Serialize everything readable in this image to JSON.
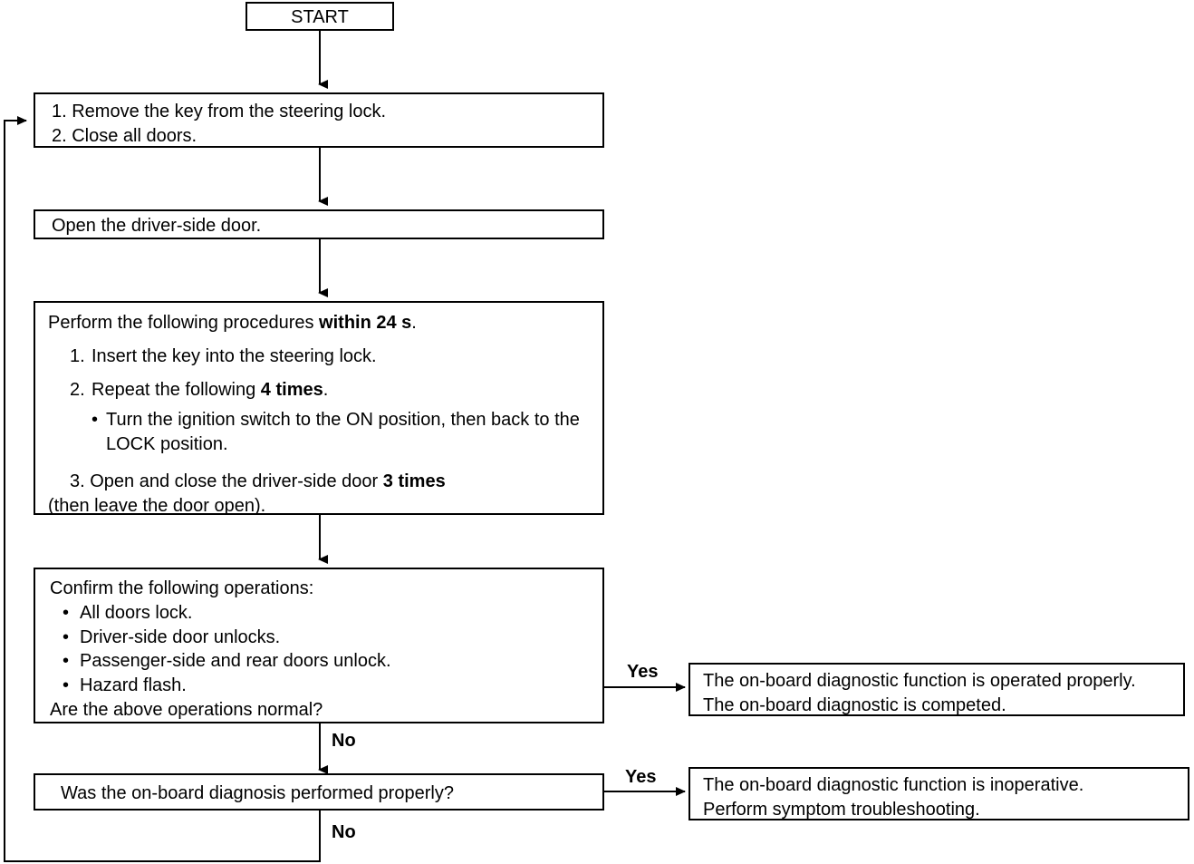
{
  "diagram": {
    "title": "On-board diagnostic flowchart",
    "stroke_color": "#000000",
    "background_color": "#ffffff"
  },
  "nodes": {
    "start": {
      "label": "START"
    },
    "step1": {
      "line1": "1. Remove the key from the steering lock.",
      "line2": "2. Close all doors."
    },
    "step2": {
      "line1": "Open the driver-side door."
    },
    "step3": {
      "intro_prefix": "Perform the following procedures ",
      "intro_bold": "within 24 s",
      "intro_suffix": ".",
      "item1_marker": "1.",
      "item1_text": "Insert the key into the steering lock.",
      "item2_marker": "2.",
      "item2_prefix": "Repeat the following ",
      "item2_bold": "4 times",
      "item2_suffix": ".",
      "bullet_marker": "•",
      "bullet_text": "Turn the ignition switch to the ON position, then back to the LOCK position.",
      "item3_prefix": "3. Open and close the driver-side door ",
      "item3_bold": "3 times",
      "item3_cont": "(then leave the door open)."
    },
    "confirm": {
      "heading": "Confirm the following operations:",
      "bullet_marker": "•",
      "bullets": [
        "All doors lock.",
        "Driver-side door unlocks.",
        "Passenger-side and rear doors unlock.",
        "Hazard flash."
      ],
      "question": "Are the above operations normal?"
    },
    "diagnosis_check": {
      "question": "Was the on-board diagnosis performed properly?"
    },
    "result_ok": {
      "line1": "The on-board diagnostic function is operated properly.",
      "line2": "The on-board diagnostic is competed."
    },
    "result_inop": {
      "line1": "The on-board diagnostic function is inoperative.",
      "line2": "Perform symptom troubleshooting."
    }
  },
  "edges": {
    "confirm_yes": "Yes",
    "confirm_no": "No",
    "check_yes": "Yes",
    "check_no": "No"
  }
}
